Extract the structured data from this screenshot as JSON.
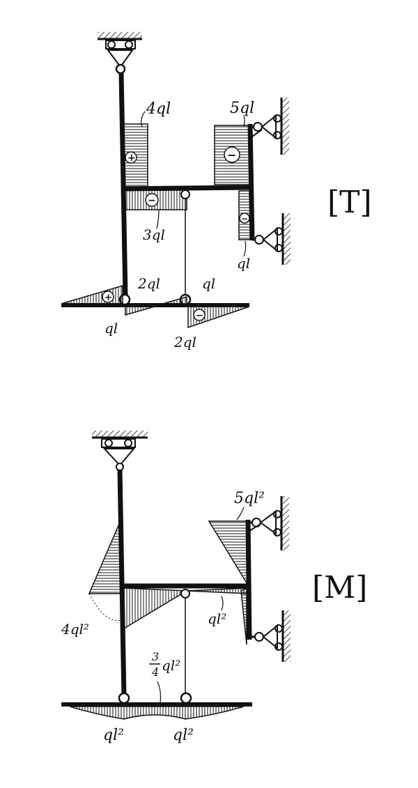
{
  "shear_diagram": {
    "tag": "[T]",
    "labels": {
      "top_left_value": "4ql",
      "top_right_value": "5ql",
      "beam_value": "3ql",
      "right_lower_value": "ql",
      "bottom_left_top": "2ql",
      "bottom_left_bottom": "ql",
      "bottom_right_top": "ql",
      "bottom_right_bottom": "2ql"
    },
    "signs": {
      "left_column": "+",
      "right_column_top": "−",
      "beam": "−",
      "right_column_bottom": "−",
      "bottom_left": "+",
      "bottom_right": "−"
    }
  },
  "moment_diagram": {
    "tag": "[M]",
    "labels": {
      "top_right_value": "5ql²",
      "left_value": "4ql²",
      "beam_right_value": "ql²",
      "middle_numerator": "3",
      "middle_denominator": "4",
      "middle_value": "ql²",
      "bottom_left_value": "ql²",
      "bottom_right_value": "ql²"
    }
  },
  "colors": {
    "ink": "#111111",
    "paper": "#ffffff"
  }
}
